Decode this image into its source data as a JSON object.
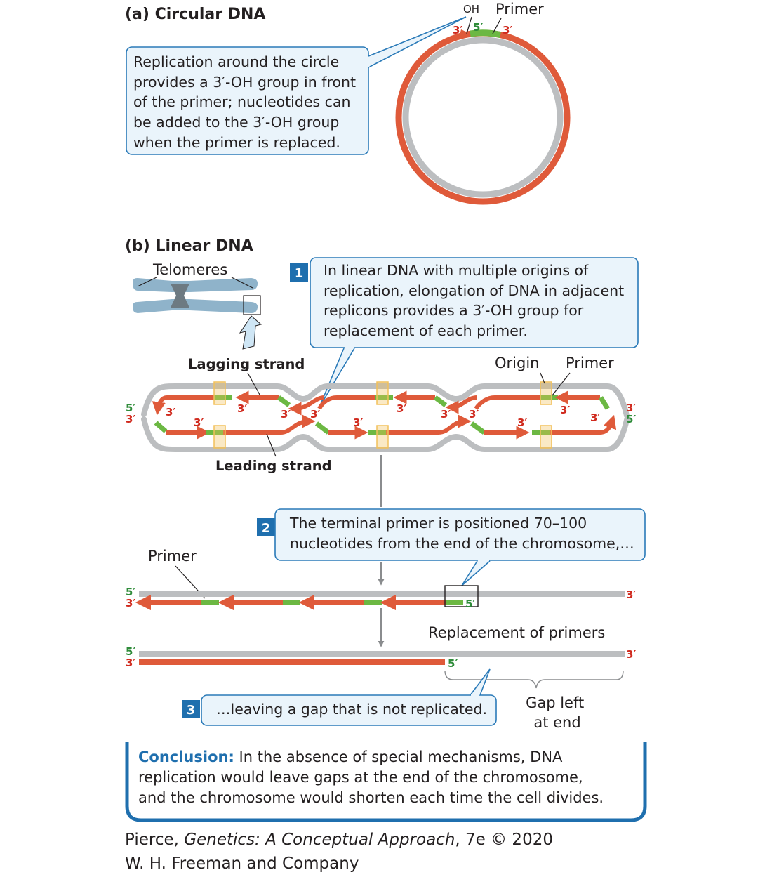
{
  "panel_a": {
    "title": "(a)  Circular DNA",
    "oh_label": "OH",
    "primer_label": "Primer",
    "end_3_left": "3′",
    "end_5": "5′",
    "end_3_right": "3′",
    "callout": [
      "Replication around the circle",
      "provides a 3′-OH group in front",
      "of the primer; nucleotides can",
      "be added to the 3′-OH group",
      "when the primer is replaced."
    ]
  },
  "panel_b": {
    "title": "(b)  Linear DNA",
    "telomeres_label": "Telomeres",
    "step1": {
      "number": "1",
      "text": [
        "In linear DNA with multiple origins of",
        "replication, elongation of DNA in adjacent",
        "replicons provides a 3′-OH group for",
        "replacement of each primer."
      ]
    },
    "lagging_label": "Lagging strand",
    "leading_label": "Leading strand",
    "origin_label": "Origin",
    "primer_label": "Primer",
    "end_5": "5′",
    "end_3": "3′",
    "step2": {
      "number": "2",
      "text": [
        "The terminal primer is positioned 70–100",
        "nucleotides from the end of the chromosome,…"
      ]
    },
    "primer_label_2": "Primer",
    "replacement_label": "Replacement of primers",
    "step3": {
      "number": "3",
      "text": "…leaving a gap that is not replicated."
    },
    "gap_label": [
      "Gap left",
      "at end"
    ]
  },
  "conclusion": {
    "title": "Conclusion:",
    "lines": [
      " In the absence of special mechanisms, DNA",
      "replication would leave gaps at the end of the chromosome,",
      "and the chromosome would shorten each time the cell divides."
    ]
  },
  "credit": {
    "line1_pre": "Pierce, ",
    "line1_italic": "Genetics: A Conceptual Approach",
    "line1_post": ", 7e © 2020",
    "line2": "W. H. Freeman and Company"
  },
  "colors": {
    "red_strand": "#df5a3a",
    "primer_green": "#6cb843",
    "template_gray": "#bcbec0",
    "callout_fill": "#eaf4fb",
    "callout_stroke": "#2a7ab8",
    "step_badge": "#1f6fae",
    "origin_box": "#f2c05a"
  }
}
